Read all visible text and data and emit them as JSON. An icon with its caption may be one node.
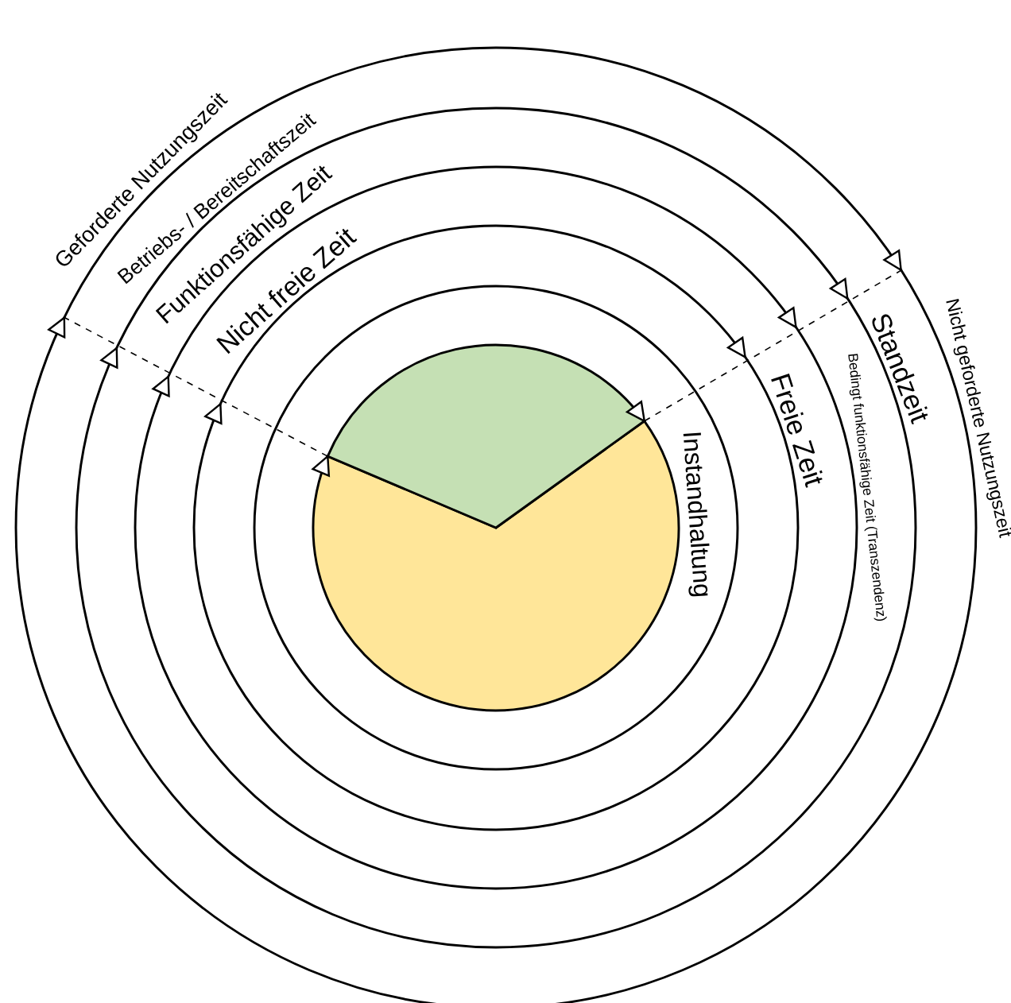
{
  "diagram": {
    "labels": [
      "Geforderte Nutzungszeit",
      "Betriebs- / Bereitschaftszeit",
      "Funktionsfähige Zeit",
      "Nicht freie Zeit",
      "Nicht geforderte Nutzungszeit",
      "Standzeit",
      "Bedingt funktionsfähige Zeit (Transzendenz)",
      "Freie Zeit",
      "Instandhaltung"
    ]
  }
}
